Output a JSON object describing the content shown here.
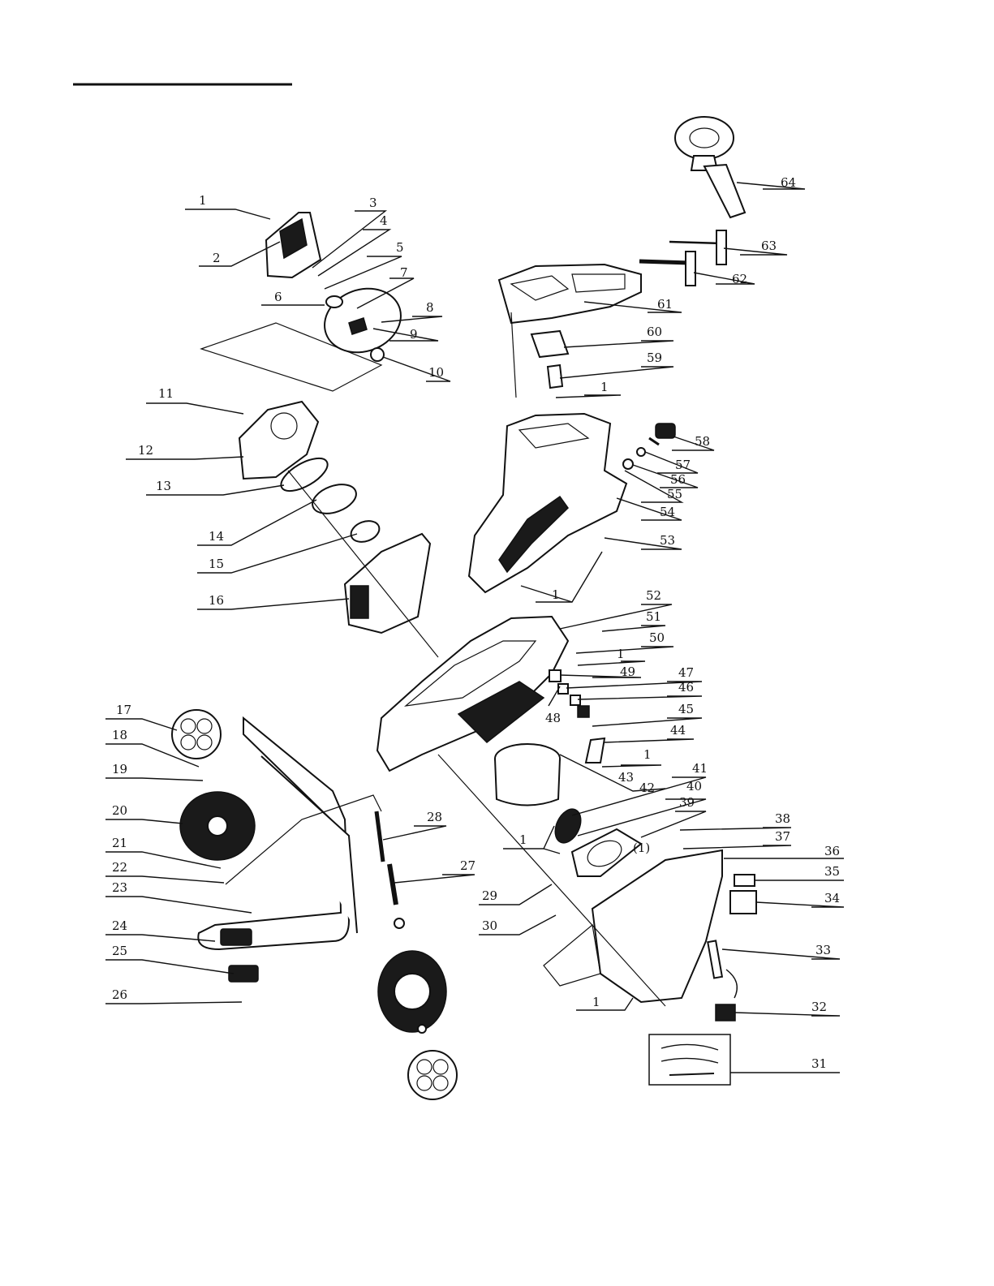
{
  "diagram": {
    "callouts": [
      {
        "id": "c1a",
        "text": "1"
      },
      {
        "id": "c2",
        "text": "2"
      },
      {
        "id": "c3",
        "text": "3"
      },
      {
        "id": "c4",
        "text": "4"
      },
      {
        "id": "c5",
        "text": "5"
      },
      {
        "id": "c6",
        "text": "6"
      },
      {
        "id": "c7",
        "text": "7"
      },
      {
        "id": "c8",
        "text": "8"
      },
      {
        "id": "c9",
        "text": "9"
      },
      {
        "id": "c10",
        "text": "10"
      },
      {
        "id": "c11",
        "text": "11"
      },
      {
        "id": "c12",
        "text": "12"
      },
      {
        "id": "c13",
        "text": "13"
      },
      {
        "id": "c14",
        "text": "14"
      },
      {
        "id": "c15",
        "text": "15"
      },
      {
        "id": "c16",
        "text": "16"
      },
      {
        "id": "c17",
        "text": "17"
      },
      {
        "id": "c18",
        "text": "18"
      },
      {
        "id": "c19",
        "text": "19"
      },
      {
        "id": "c20",
        "text": "20"
      },
      {
        "id": "c21",
        "text": "21"
      },
      {
        "id": "c22",
        "text": "22"
      },
      {
        "id": "c23",
        "text": "23"
      },
      {
        "id": "c24",
        "text": "24"
      },
      {
        "id": "c25",
        "text": "25"
      },
      {
        "id": "c26",
        "text": "26"
      },
      {
        "id": "c27",
        "text": "27"
      },
      {
        "id": "c28",
        "text": "28"
      },
      {
        "id": "c29",
        "text": "29"
      },
      {
        "id": "c30",
        "text": "30"
      },
      {
        "id": "c31",
        "text": "31"
      },
      {
        "id": "c32",
        "text": "32"
      },
      {
        "id": "c33",
        "text": "33"
      },
      {
        "id": "c34",
        "text": "34"
      },
      {
        "id": "c35",
        "text": "35"
      },
      {
        "id": "c36",
        "text": "36"
      },
      {
        "id": "c37",
        "text": "37"
      },
      {
        "id": "c38",
        "text": "38"
      },
      {
        "id": "c39",
        "text": "39"
      },
      {
        "id": "c40",
        "text": "40"
      },
      {
        "id": "c41",
        "text": "41"
      },
      {
        "id": "c42",
        "text": "42"
      },
      {
        "id": "c43",
        "text": "43"
      },
      {
        "id": "c44",
        "text": "44"
      },
      {
        "id": "c45",
        "text": "45"
      },
      {
        "id": "c46",
        "text": "46"
      },
      {
        "id": "c47",
        "text": "47"
      },
      {
        "id": "c48",
        "text": "48"
      },
      {
        "id": "c49",
        "text": "49"
      },
      {
        "id": "c50",
        "text": "50"
      },
      {
        "id": "c51",
        "text": "51"
      },
      {
        "id": "c52",
        "text": "52"
      },
      {
        "id": "c53",
        "text": "53"
      },
      {
        "id": "c54",
        "text": "54"
      },
      {
        "id": "c55",
        "text": "55"
      },
      {
        "id": "c56",
        "text": "56"
      },
      {
        "id": "c57",
        "text": "57"
      },
      {
        "id": "c58",
        "text": "58"
      },
      {
        "id": "c59",
        "text": "59"
      },
      {
        "id": "c60",
        "text": "60"
      },
      {
        "id": "c61",
        "text": "61"
      },
      {
        "id": "c62",
        "text": "62"
      },
      {
        "id": "c63",
        "text": "63"
      },
      {
        "id": "c64",
        "text": "64"
      },
      {
        "id": "c1b",
        "text": "1"
      },
      {
        "id": "c1c",
        "text": "1"
      },
      {
        "id": "c1d",
        "text": "1"
      },
      {
        "id": "c1e",
        "text": "1"
      },
      {
        "id": "c1f",
        "text": "1"
      },
      {
        "id": "c1g",
        "text": "1"
      },
      {
        "id": "c1h",
        "text": "(1)"
      }
    ]
  }
}
